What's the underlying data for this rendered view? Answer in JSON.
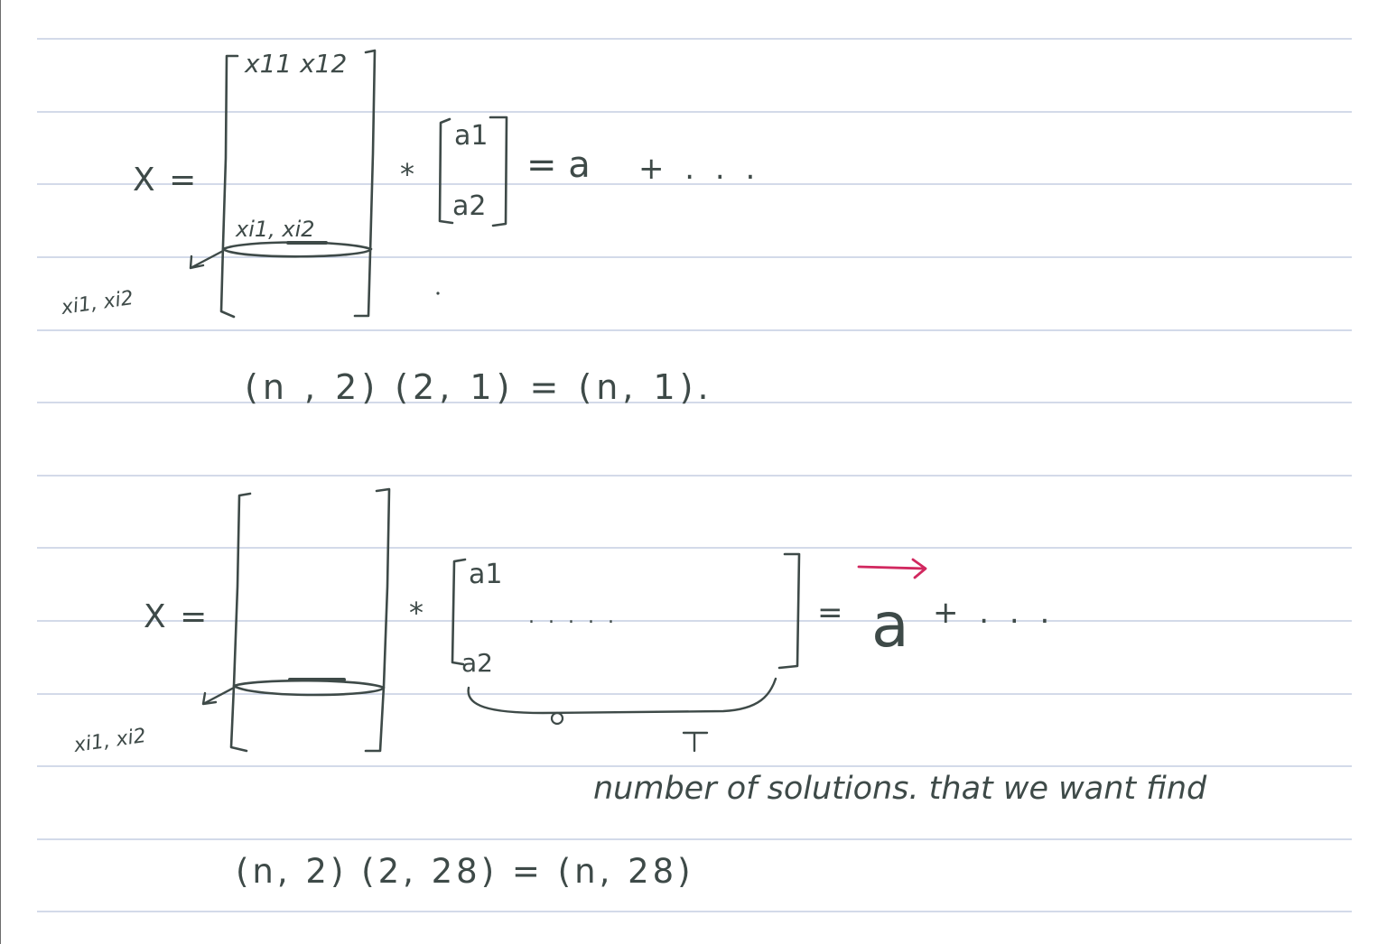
{
  "colors": {
    "ruled_line": "#b9c4dc",
    "ink": "#3e4a48",
    "accent_ink": "#d1285f",
    "paper": "#ffffff"
  },
  "equation_1": {
    "lhs": "X =",
    "matrix_top_entries": "x11 x12",
    "matrix_row_entries": "xi1, xi2",
    "row_callout": "xi1, xi2",
    "operator": "*",
    "vector_top": "a1",
    "vector_bottom": "a2",
    "rhs": "= a",
    "rhs_tail": "+ . . .",
    "shape_note": "(n , 2) (2, 1) = (n, 1)."
  },
  "equation_2": {
    "lhs": "X =",
    "row_callout": "xi1, xi2",
    "operator": "*",
    "vector_top": "a1",
    "vector_dots": ". . . . .",
    "vector_bottom": "a2",
    "rhs_equals": "=",
    "rhs_vector": "a",
    "rhs_tail": "+ . . .",
    "brace_annotation": "number of solutions. that we want find",
    "shape_note": "(n, 2) (2, 28) = (n, 28)"
  }
}
